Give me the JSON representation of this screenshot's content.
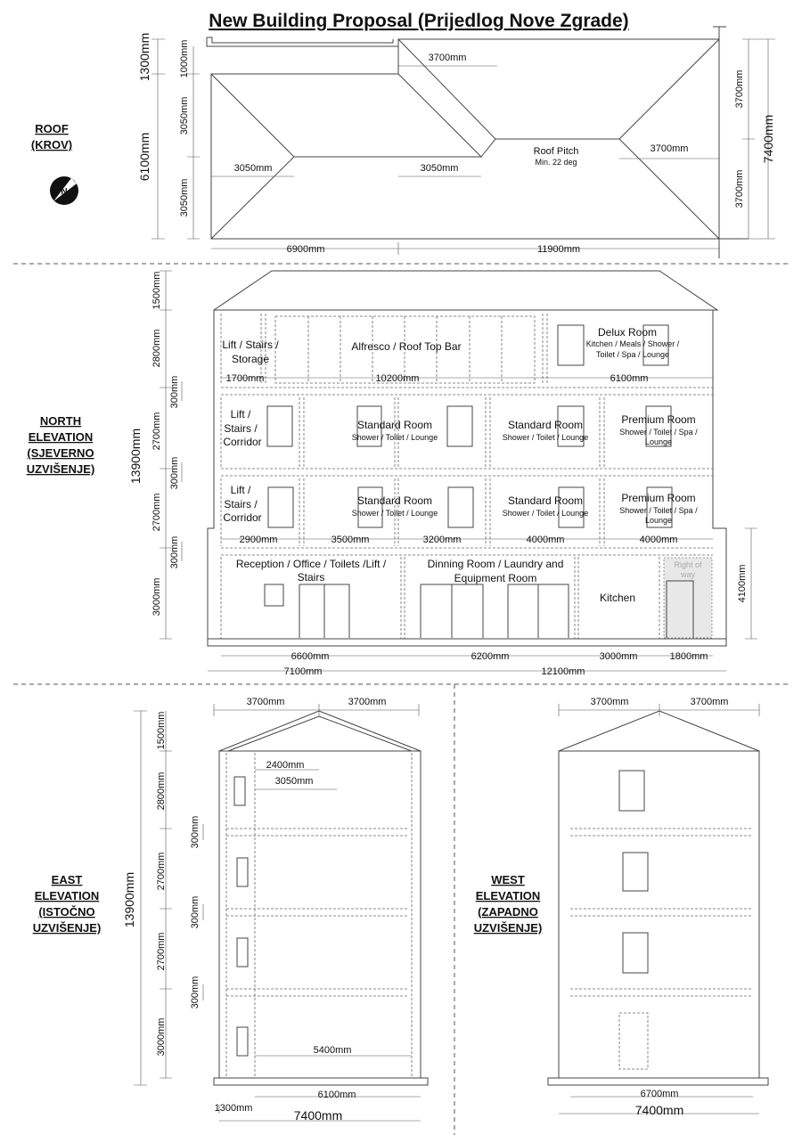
{
  "title": "New Building Proposal (Prijedlog Nove Zgrade)",
  "roof": {
    "label": [
      "ROOF",
      "(KROV)"
    ],
    "compass_letter": "N",
    "pitch_label": "Roof Pitch",
    "pitch_value": "Min. 22 deg",
    "dims": {
      "left_top": "1300mm",
      "left_total": "6100mm",
      "inner_top": "1000mm",
      "inner_upper": "3050mm",
      "inner_lower": "3050mm",
      "right_upper": "3700mm",
      "right_lower": "3700mm",
      "right_total": "7400mm",
      "top_offset": "3700mm",
      "hip_left": "3050mm",
      "hip_mid": "3050mm",
      "hip_right": "3700mm",
      "bottom_left": "6900mm",
      "bottom_right": "11900mm"
    }
  },
  "north": {
    "label": [
      "NORTH",
      "ELEVATION",
      "(SJEVERNO",
      "UZVIŠENJE)"
    ],
    "rooms": {
      "lift_storage": [
        "Lift / Stairs /",
        "Storage"
      ],
      "alfresco": "Alfresco / Roof Top Bar",
      "delux_title": "Delux Room",
      "delux_desc": [
        "Kitchen / Meals / Shower /",
        "Toilet / Spa / Lounge"
      ],
      "lift_corridor": [
        "Lift /",
        "Stairs /",
        "Corridor"
      ],
      "standard_title": "Standard Room",
      "standard_desc": "Shower / Toilet / Lounge",
      "premium_title": "Premium Room",
      "premium_desc": [
        "Shower / Toilet / Spa /",
        "Lounge"
      ],
      "reception": [
        "Reception / Office / Toilets /Lift /",
        "Stairs"
      ],
      "dining": [
        "Dinning Room / Laundry and",
        "Equipment Room"
      ],
      "kitchen": "Kitchen",
      "right_of_way": [
        "Right of",
        "way"
      ]
    },
    "dims": {
      "h_1500": "1500mm",
      "h_2800": "2800mm",
      "h_300": "300mm",
      "h_2700": "2700mm",
      "h_3000": "3000mm",
      "total": "13900mm",
      "right_4100": "4100mm",
      "top_floor": [
        "1700mm",
        "10200mm",
        "6100mm"
      ],
      "mid_floor": [
        "2900mm",
        "3500mm",
        "3200mm",
        "4000mm",
        "4000mm"
      ],
      "ground_floor": [
        "6600mm",
        "6200mm",
        "3000mm",
        "1800mm"
      ],
      "bottom": [
        "7100mm",
        "12100mm"
      ]
    }
  },
  "east": {
    "label": [
      "EAST",
      "ELEVATION",
      "(ISTOČNO",
      "UZVIŠENJE)"
    ],
    "dims": {
      "top": [
        "3700mm",
        "3700mm"
      ],
      "h_1500": "1500mm",
      "h_2800": "2800mm",
      "h_300": "300mm",
      "h_2700": "2700mm",
      "h_3000": "3000mm",
      "total": "13900mm",
      "inner_2400": "2400mm",
      "inner_3050": "3050mm",
      "inner_5400": "5400mm",
      "base_6100": "6100mm",
      "base_1300": "1300mm",
      "base_7400": "7400mm"
    }
  },
  "west": {
    "label": [
      "WEST",
      "ELEVATION",
      "(ZAPADNO",
      "UZVIŠENJE)"
    ],
    "dims": {
      "top": [
        "3700mm",
        "3700mm"
      ],
      "base_6700": "6700mm",
      "base_7400": "7400mm"
    }
  }
}
